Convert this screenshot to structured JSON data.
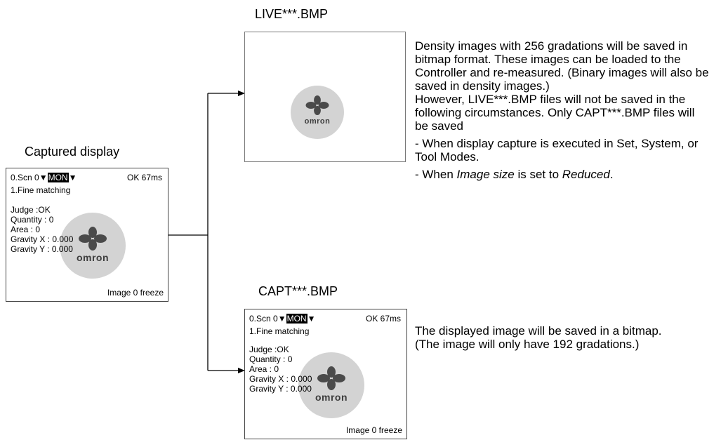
{
  "captured": {
    "caption": "Captured display",
    "header_prefix": "0.Scn 0",
    "header_arrow": "▼",
    "header_mode": "MON",
    "header_arrow2": "▼",
    "status": "OK  67ms",
    "item": "1.Fine matching",
    "judge": "Judge     :OK",
    "quantity": "Quantity  :  0",
    "area": "Area       :  0",
    "gravity_x": "Gravity X : 0.000",
    "gravity_y": "Gravity Y : 0.000",
    "footer": "Image 0 freeze"
  },
  "live": {
    "caption": "LIVE***.BMP",
    "logo_text": "omron",
    "desc_main": "Density images with 256 gradations will be saved in bitmap format. These images can be loaded to the Controller and re-measured. (Binary images will also be saved in density images.)",
    "desc_however": "However, LIVE***.BMP files will not be saved in the following circumstances. Only CAPT***.BMP files will be saved",
    "bullet1": "- When display capture is executed in Set, System, or Tool Modes.",
    "bullet2_pre": "- When ",
    "bullet2_em1": "Image size",
    "bullet2_mid": " is set to ",
    "bullet2_em2": "Reduced",
    "bullet2_post": "."
  },
  "capt": {
    "caption": "CAPT***.BMP",
    "desc_line1": "The displayed image will be saved in a bitmap.",
    "desc_line2": "(The image will only have 192 gradations.)"
  },
  "logo_text": "omron",
  "colors": {
    "logo_circle": "#d3d3d3",
    "logo_mark": "#4a4a4a",
    "frame": "#444444"
  }
}
